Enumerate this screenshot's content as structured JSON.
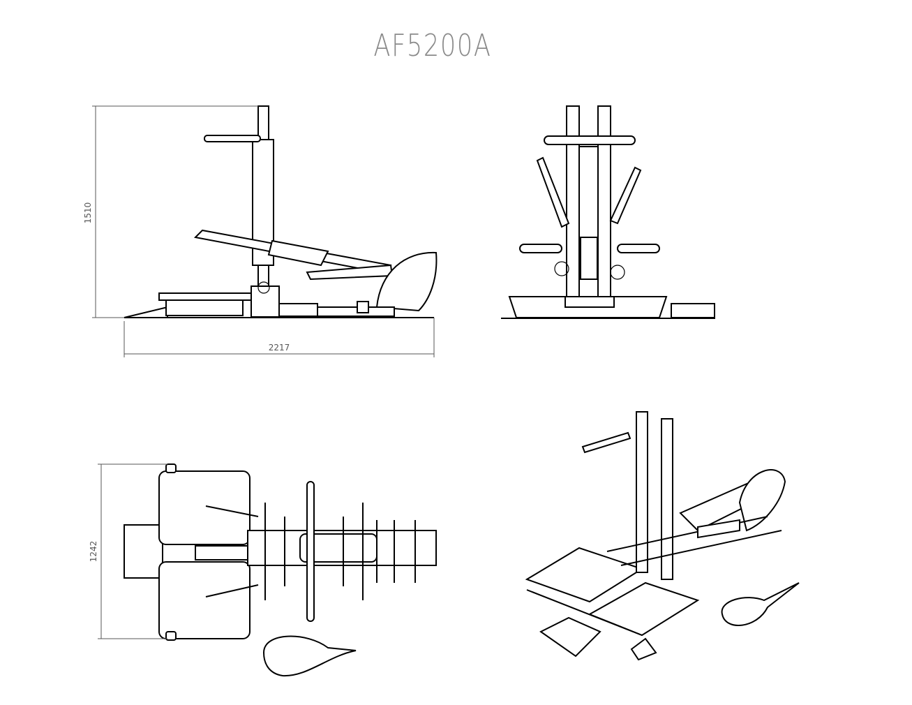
{
  "title": "AF5200A",
  "dimensions": {
    "height": "1510",
    "length": "2217",
    "width": "1242"
  },
  "views": [
    "side-view",
    "front-view",
    "top-view",
    "isometric-view"
  ]
}
